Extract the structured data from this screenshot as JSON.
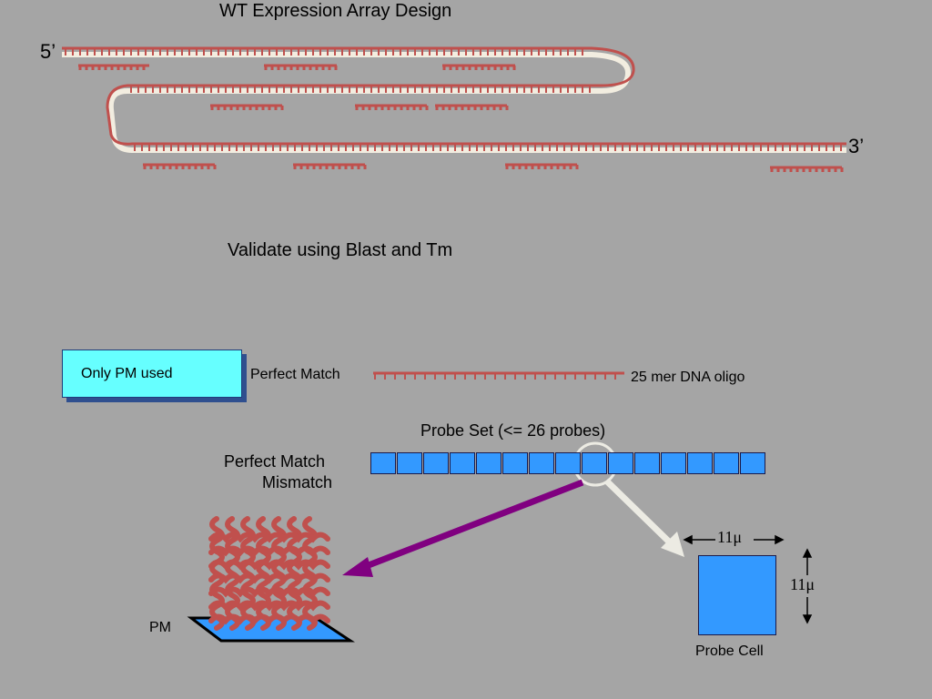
{
  "title": "WT  Expression Array Design",
  "strand": {
    "five_prime": "5’",
    "three_prime": "3’"
  },
  "validate_text": "Validate using Blast  and Tm",
  "callout": {
    "label": "Only PM used"
  },
  "perfect_match_label": "Perfect Match",
  "oligo_label": "25 mer DNA oligo",
  "probe_set_label": "Probe Set (<= 26 probes)",
  "pm_label": "Perfect Match",
  "mm_label": "Mismatch",
  "pm_short": "PM",
  "probe_cell": {
    "label": "Probe Cell",
    "width_label": "11μ",
    "height_label": "11μ"
  },
  "probe_set_cell_count": 15,
  "colors": {
    "background": "#a5a5a5",
    "strand": "#c0504d",
    "backbone": "#f2ede0",
    "probe_cell": "#3399ff",
    "callout": "#66ffff",
    "arrow_purple": "#800080",
    "arrow_white": "#ecebe3"
  }
}
